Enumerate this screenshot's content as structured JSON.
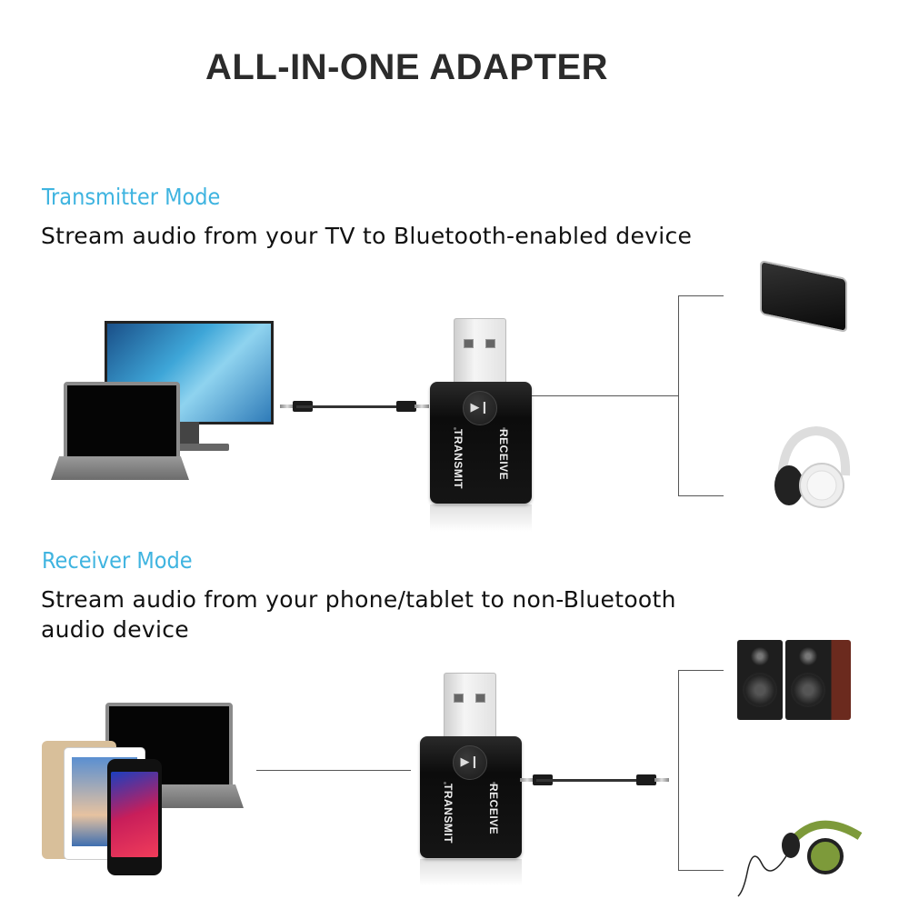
{
  "header": {
    "title": "ALL-IN-ONE ADAPTER"
  },
  "transmitter": {
    "mode_title": "Transmitter Mode",
    "description": "Stream audio from your TV to Bluetooth-enabled device",
    "sources": [
      "monitor",
      "laptop"
    ],
    "targets": [
      "bluetooth-speaker",
      "wireless-headphones"
    ]
  },
  "receiver": {
    "mode_title": "Receiver Mode",
    "description_line1": "Stream audio from your phone/tablet to non-Bluetooth",
    "description_line2": "audio device",
    "sources": [
      "tablet",
      "phone",
      "laptop"
    ],
    "targets": [
      "bookshelf-speakers",
      "wired-headphones"
    ]
  },
  "adapter": {
    "button_icon": "play-pause-icon",
    "button_glyph": "▶❙",
    "label_left": "TRANSMIT",
    "label_right": "RECEIVE"
  },
  "colors": {
    "accent": "#3fb4e0",
    "title": "#2b2b2b",
    "text": "#111111"
  }
}
